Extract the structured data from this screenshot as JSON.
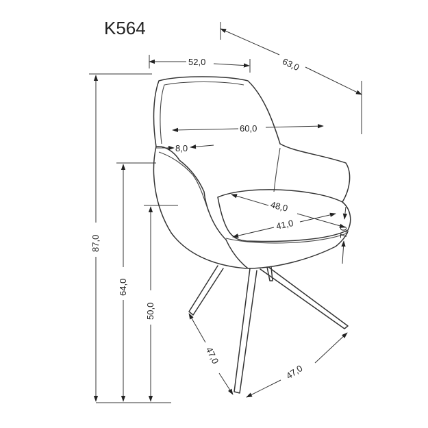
{
  "model": "K564",
  "dimensions": {
    "seat_width": "52,0",
    "depth": "63,0",
    "arm_width": "60,0",
    "arm_thickness": "8,0",
    "seat_diagonal_outer": "48,0",
    "seat_diagonal_inner": "41,0",
    "seat_cushion": "7,0",
    "total_height": "87,0",
    "arm_height": "64,0",
    "seat_height": "50,0",
    "base_left": "47,0",
    "base_right": "47,0"
  },
  "colors": {
    "line": "#333333",
    "background": "#ffffff"
  }
}
